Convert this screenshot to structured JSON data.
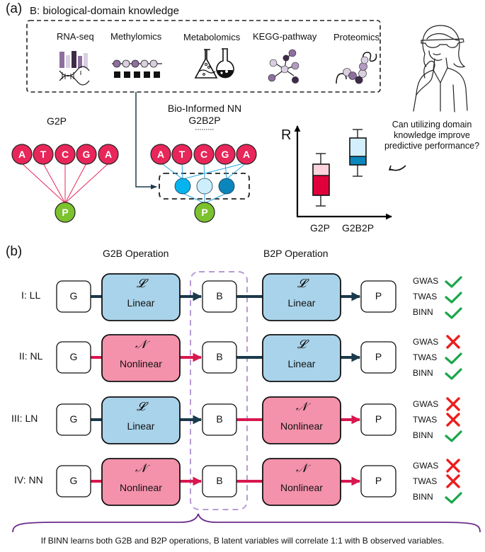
{
  "panel_a": {
    "label": "(a)",
    "knowledge_title": "B: biological-domain knowledge",
    "omics": [
      {
        "label": "RNA-seq",
        "icon": "rna-seq-icon"
      },
      {
        "label": "Methylomics",
        "icon": "methylation-icon"
      },
      {
        "label": "Metabolomics",
        "icon": "flasks-icon"
      },
      {
        "label": "KEGG-pathway",
        "icon": "pathway-network-icon"
      },
      {
        "label": "Proteomics",
        "icon": "protein-chain-icon"
      }
    ],
    "g2p_title": "G2P",
    "binn_title": "Bio-Informed NN",
    "binn_subtitle": "G2B2P",
    "genotype_nodes": [
      "A",
      "T",
      "C",
      "G",
      "A"
    ],
    "phenotype_node": "P",
    "boxplot": {
      "y_label": "R",
      "categories": [
        "G2P",
        "G2B2P"
      ],
      "unknown_mark": "?",
      "question": [
        "Can utilizing domain",
        "knowledge improve",
        "predictive performance?"
      ]
    }
  },
  "panel_b": {
    "label": "(b)",
    "g2b_title": "G2B Operation",
    "b2p_title": "B2P Operation",
    "nodes": {
      "g": "G",
      "b": "B",
      "p": "P"
    },
    "ops": {
      "linear": {
        "symbol": "𝓛",
        "name": "Linear"
      },
      "nonlinear": {
        "symbol": "𝒩",
        "name": "Nonlinear"
      }
    },
    "rows": [
      {
        "label": "I: LL",
        "g2b": "linear",
        "b2p": "linear",
        "results": [
          {
            "method": "GWAS",
            "ok": true
          },
          {
            "method": "TWAS",
            "ok": true
          },
          {
            "method": "BINN",
            "ok": true
          }
        ]
      },
      {
        "label": "II: NL",
        "g2b": "nonlinear",
        "b2p": "linear",
        "results": [
          {
            "method": "GWAS",
            "ok": false
          },
          {
            "method": "TWAS",
            "ok": true
          },
          {
            "method": "BINN",
            "ok": true
          }
        ]
      },
      {
        "label": "III: LN",
        "g2b": "linear",
        "b2p": "nonlinear",
        "results": [
          {
            "method": "GWAS",
            "ok": false
          },
          {
            "method": "TWAS",
            "ok": false
          },
          {
            "method": "BINN",
            "ok": true
          }
        ]
      },
      {
        "label": "IV: NN",
        "g2b": "nonlinear",
        "b2p": "nonlinear",
        "results": [
          {
            "method": "GWAS",
            "ok": false
          },
          {
            "method": "TWAS",
            "ok": false
          },
          {
            "method": "BINN",
            "ok": true
          }
        ]
      }
    ],
    "footer": "If BINN learns both G2B and B2P operations, B latent variables will correlate 1:1 with B observed variables."
  },
  "colors": {
    "gene_node": "#e8265a",
    "pheno_node": "#7cc22e",
    "linear_fill": "#a9d3ea",
    "nonlinear_fill": "#f492ab",
    "linear_edge": "#1b3a4b",
    "nonlinear_edge": "#d8174f",
    "binn_edge": "#29a8e0",
    "check": "#1aa64a",
    "cross": "#ee1c1c",
    "brace": "#6a2c8a",
    "b_region": "#b79ad6"
  }
}
